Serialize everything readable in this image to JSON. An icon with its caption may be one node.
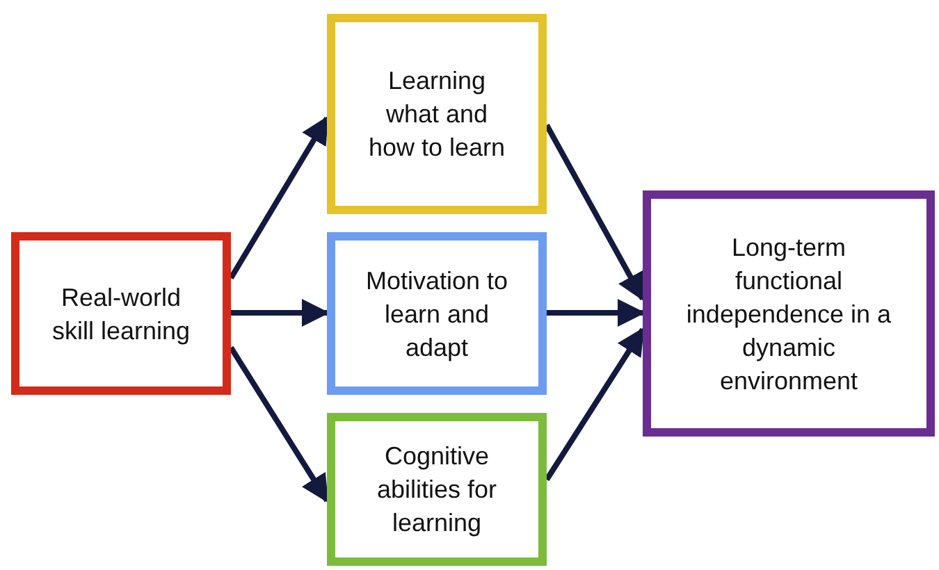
{
  "diagram": {
    "nodes": [
      {
        "text": [
          "Real-world skill learning"
        ]
      },
      {
        "text": [
          "Learning what and how to learn"
        ]
      },
      {
        "text": [
          "Motivation to learn and adapt"
        ]
      },
      {
        "text": [
          "Cognitive abilities for learning"
        ]
      },
      {
        "text": [
          "Long-term functional independence in a dynamic environment"
        ]
      }
    ],
    "edges": [
      {
        "from": 0,
        "to": 1,
        "arrow": "to"
      },
      {
        "from": 0,
        "to": 2,
        "arrow": "to"
      },
      {
        "from": 0,
        "to": 3,
        "arrow": "to"
      },
      {
        "from": 1,
        "to": 4,
        "arrow": "to"
      },
      {
        "from": 2,
        "to": 4,
        "arrow": "to"
      },
      {
        "from": 3,
        "to": 4,
        "arrow": "to"
      }
    ]
  }
}
